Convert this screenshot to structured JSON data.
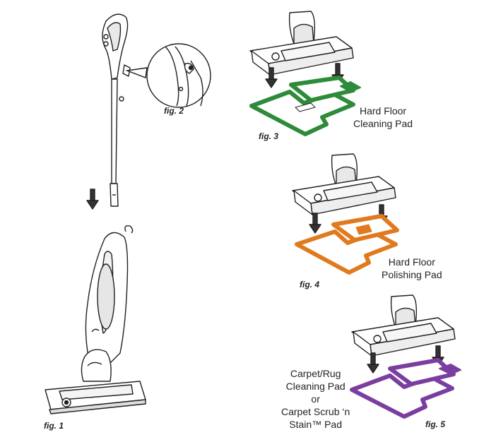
{
  "figures": {
    "fig1": {
      "label": "fig. 1"
    },
    "fig2": {
      "label": "fig. 2"
    },
    "fig3": {
      "label": "fig. 3",
      "caption": [
        "Hard Floor",
        "Cleaning Pad"
      ],
      "pad_color": "#2e8b3a"
    },
    "fig4": {
      "label": "fig. 4",
      "caption": [
        "Hard Floor",
        "Polishing Pad"
      ],
      "pad_color": "#e07a1f"
    },
    "fig5": {
      "label": "fig. 5",
      "caption": [
        "Carpet/Rug",
        "Cleaning Pad",
        "or",
        "Carpet Scrub ‘n",
        "Stain™ Pad"
      ],
      "pad_color": "#7a3ea0"
    }
  },
  "colors": {
    "ink": "#231f20",
    "arrow": "#4a4a4a",
    "body_fill": "#ffffff"
  }
}
